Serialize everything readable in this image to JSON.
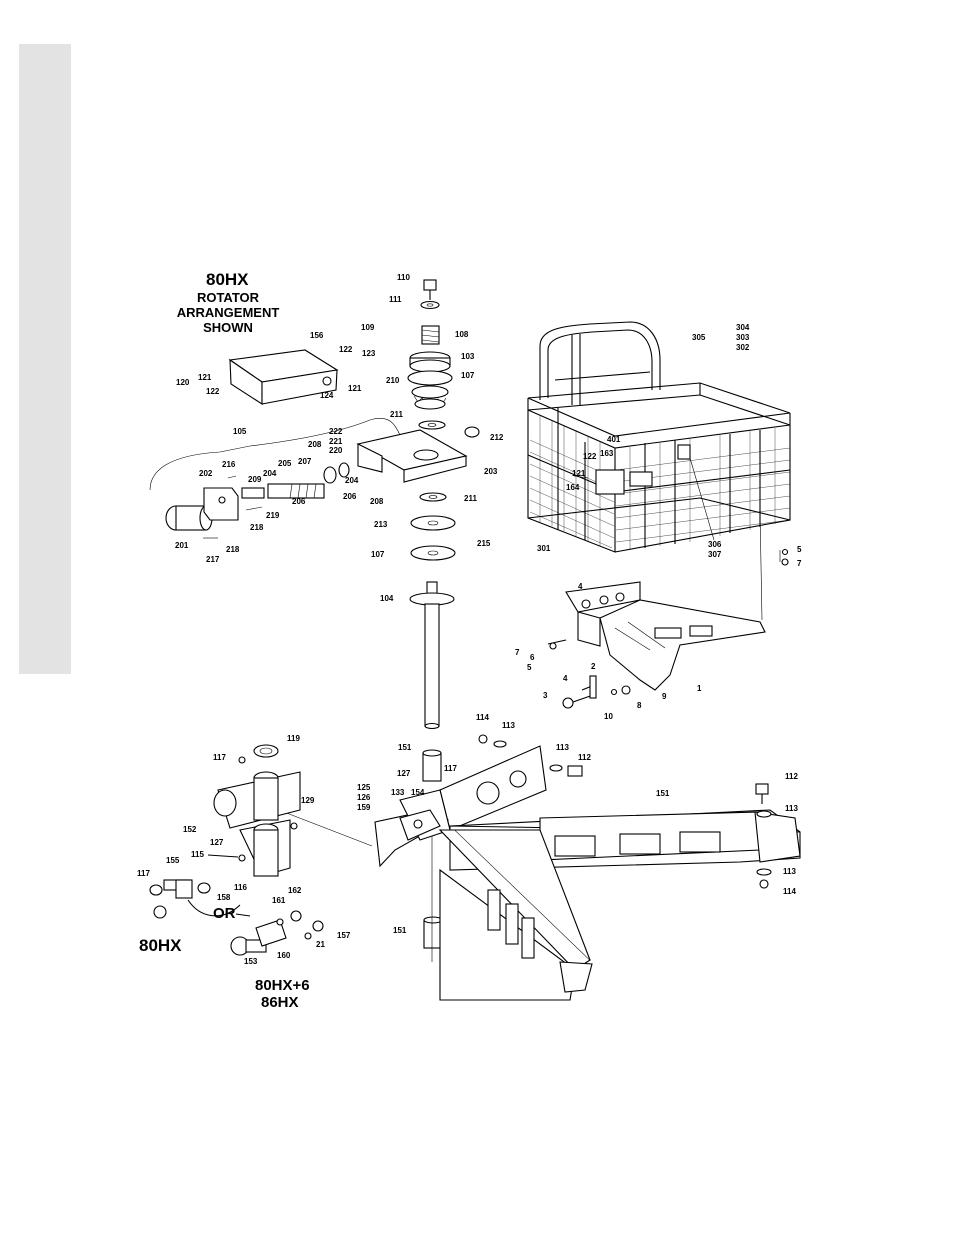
{
  "titles": {
    "model": "80HX",
    "line1": "ROTATOR",
    "line2": "ARRANGEMENT",
    "line3": "SHOWN",
    "variant_left": "80HX",
    "or_text": "OR",
    "variant_right_1": "80HX+6",
    "variant_right_2": "86HX"
  },
  "callouts": [
    "110",
    "111",
    "109",
    "108",
    "103",
    "107",
    "210",
    "156",
    "122",
    "123",
    "120",
    "121",
    "122",
    "121",
    "124",
    "211",
    "212",
    "105",
    "222",
    "221",
    "220",
    "208",
    "216",
    "207",
    "205",
    "204",
    "202",
    "209",
    "206",
    "204",
    "206",
    "203",
    "201",
    "219",
    "218",
    "208",
    "211",
    "213",
    "215",
    "217",
    "218",
    "107",
    "104",
    "305",
    "304",
    "303",
    "302",
    "401",
    "163",
    "122",
    "121",
    "164",
    "306",
    "307",
    "301",
    "5",
    "7",
    "4",
    "7",
    "6",
    "5",
    "2",
    "4",
    "3",
    "9",
    "8",
    "10",
    "1",
    "114",
    "113",
    "119",
    "117",
    "151",
    "113",
    "112",
    "127",
    "117",
    "125",
    "126",
    "159",
    "133",
    "154",
    "112",
    "151",
    "113",
    "129",
    "152",
    "127",
    "115",
    "117",
    "155",
    "116",
    "158",
    "162",
    "161",
    "157",
    "21",
    "160",
    "153",
    "151",
    "113",
    "114"
  ]
}
